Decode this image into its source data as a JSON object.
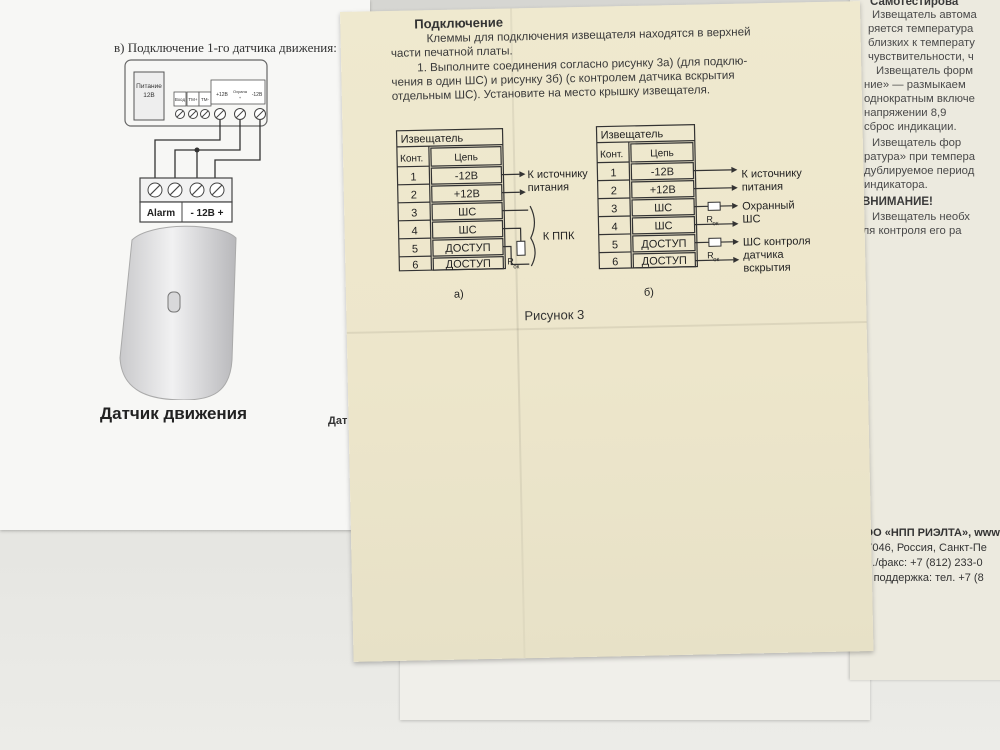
{
  "left_sheet": {
    "heading": "в) Подключение 1-го датчика движения:",
    "power_label_1": "Питание",
    "power_label_2": "12В",
    "board_labels": [
      "Вход",
      "ТМ+",
      "ТМ-",
      "+12В",
      "Охрана",
      "-12В"
    ],
    "board_sublabel": "+",
    "terminal_labels": [
      "Alarm",
      "- 12В +"
    ],
    "sensor_caption": "Датчик движения",
    "clipped_caption": "Дат"
  },
  "main_sheet": {
    "section_title": "Подключение",
    "intro_lines": [
      "Клеммы для подключения извещателя находятся в верхней",
      "части печатной платы."
    ],
    "step_lines": [
      "1. Выполните соединения согласно рисунку 3а) (для подклю-",
      "чения в один ШС) и рисунку 3б) (с контролем датчика вскрытия",
      "отдельным ШС). Установите на место крышку извещателя."
    ],
    "figure_caption": "Рисунок 3",
    "diagram_a": {
      "header": "Извещатель",
      "col_headers": [
        "Конт.",
        "Цепь"
      ],
      "rows": [
        {
          "n": "1",
          "circuit": "-12В"
        },
        {
          "n": "2",
          "circuit": "+12В"
        },
        {
          "n": "3",
          "circuit": "ШС"
        },
        {
          "n": "4",
          "circuit": "ШС"
        },
        {
          "n": "5",
          "circuit": "ДОСТУП"
        },
        {
          "n": "6",
          "circuit": "ДОСТУП"
        }
      ],
      "to_source_1": "К источнику",
      "to_source_2": "питания",
      "to_panel": "К ППК",
      "resistor": "R",
      "resistor_sub": "ок",
      "label": "а)"
    },
    "diagram_b": {
      "header": "Извещатель",
      "col_headers": [
        "Конт.",
        "Цепь"
      ],
      "rows": [
        {
          "n": "1",
          "circuit": "-12В"
        },
        {
          "n": "2",
          "circuit": "+12В"
        },
        {
          "n": "3",
          "circuit": "ШС"
        },
        {
          "n": "4",
          "circuit": "ШС"
        },
        {
          "n": "5",
          "circuit": "ДОСТУП"
        },
        {
          "n": "6",
          "circuit": "ДОСТУП"
        }
      ],
      "to_source_1": "К источнику",
      "to_source_2": "питания",
      "guard_1": "Охранный",
      "guard_2": "ШС",
      "tamper_1": "ШС контроля",
      "tamper_2": "датчика",
      "tamper_3": "вскрытия",
      "resistor": "R",
      "resistor_sub": "ок",
      "label": "б)"
    }
  },
  "right_sheet": {
    "title": "Самотестирова",
    "lines": [
      "Извещатель автома",
      "ряется температура",
      "близких к температу",
      "чувствительности, ч",
      "Извещатель форм",
      "ние» — размыкаем",
      "однократным включе",
      "напряжении 8,9",
      "сброс индикации.",
      "Извещатель фор",
      "ратура» при темпера",
      "дублируемое период",
      "индикатора."
    ],
    "warning": "ВНИМАНИЕ!",
    "warning_lines": [
      "Извещатель необх",
      "для контроля его ра"
    ],
    "footer": [
      "ООО «НПП РИЭЛТА», www",
      "197046, Россия, Санкт-Пе",
      "Тел./факс: +7 (812) 233-0",
      "Тех. поддержка: тел. +7 (8"
    ]
  }
}
